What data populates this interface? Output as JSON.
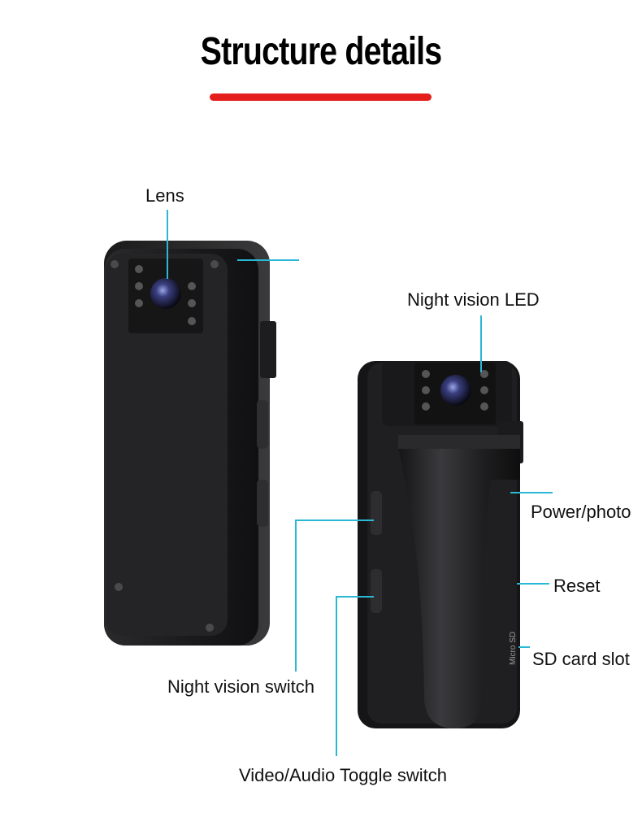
{
  "title": "Structure details",
  "accent_color": "#e41d1d",
  "callout_line_color": "#2bb8d6",
  "labels": {
    "lens": "Lens",
    "night_vision_led": "Night vision LED",
    "power_photo": "Power/photo",
    "reset": "Reset",
    "sd_card_slot": "SD card slot",
    "night_vision_switch": "Night vision switch",
    "video_audio_toggle": "Video/Audio Toggle switch"
  },
  "device_markings": {
    "micro_sd": "Micro SD"
  }
}
